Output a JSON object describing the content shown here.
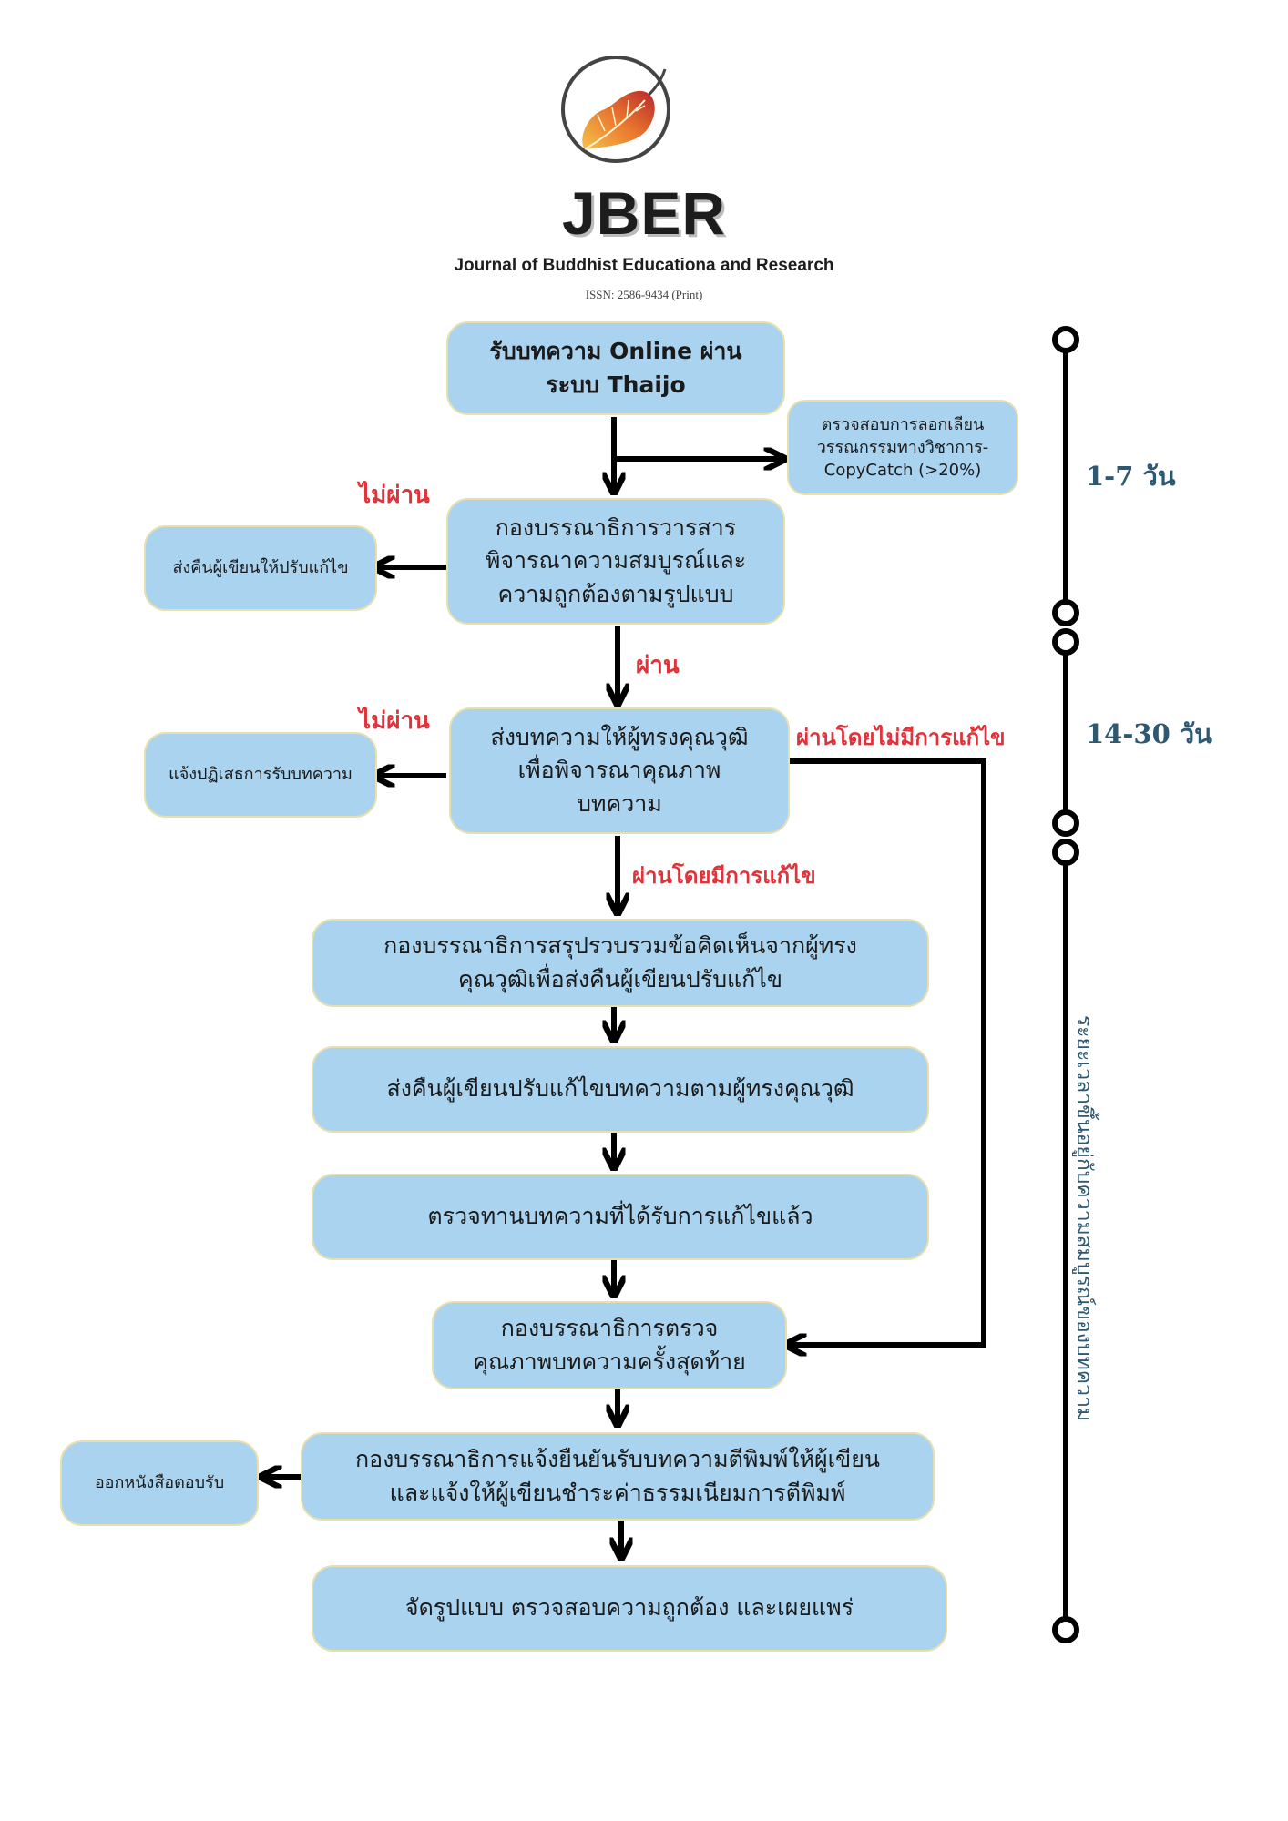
{
  "header": {
    "journal_abbr": "JBER",
    "journal_name": "Journal of Buddhist Educationa and Research",
    "issn": "ISSN: 2586-9434 (Print)"
  },
  "steps": {
    "submit": {
      "line1": "รับบทความ Online ผ่าน",
      "line2": "ระบบ Thaijo"
    },
    "copycatch": {
      "line1": "ตรวจสอบการลอกเลียน",
      "line2": "วรรณกรรมทางวิชาการ-",
      "line3": "CopyCatch (>20%)"
    },
    "editor_check": {
      "line1": "กองบรรณาธิการวารสาร",
      "line2": "พิจารณาความสมบูรณ์และ",
      "line3": "ความถูกต้องตามรูปแบบ"
    },
    "return_author": {
      "text": "ส่งคืนผู้เขียนให้ปรับแก้ไข"
    },
    "send_reviewers": {
      "line1": "ส่งบทความให้ผู้ทรงคุณวุฒิ",
      "line2": "เพื่อพิจารณาคุณภาพ",
      "line3": "บทความ"
    },
    "reject": {
      "text": "แจ้งปฏิเสธการรับบทความ"
    },
    "summarize_comments": {
      "line1": "กองบรรณาธิการสรุปรวบรวมข้อคิดเห็นจากผู้ทรง",
      "line2": "คุณวุฒิเพื่อส่งคืนผู้เขียนปรับแก้ไข"
    },
    "author_revise": {
      "text": "ส่งคืนผู้เขียนปรับแก้ไขบทความตามผู้ทรงคุณวุฒิ"
    },
    "verify_revision": {
      "text": "ตรวจทานบทความที่ได้รับการแก้ไขแล้ว"
    },
    "final_check": {
      "line1": "กองบรรณาธิการตรวจ",
      "line2": "คุณภาพบทความครั้งสุดท้าย"
    },
    "confirm_accept": {
      "line1": "กองบรรณาธิการแจ้งยืนยันรับบทความตีพิมพ์ให้ผู้เขียน",
      "line2": "และแจ้งให้ผู้เขียนชำระค่าธรรมเนียมการตีพิมพ์"
    },
    "issue_letter": {
      "text": "ออกหนังสือตอบรับ"
    },
    "publish": {
      "text": "จัดรูปแบบ ตรวจสอบความถูกต้อง และเผยแพร่"
    }
  },
  "labels": {
    "fail_1": "ไม่ผ่าน",
    "pass": "ผ่าน",
    "fail_2": "ไม่ผ่าน",
    "pass_no_revision": "ผ่านโดยไม่มีการแก้ไข",
    "pass_with_revision": "ผ่านโดยมีการแก้ไข"
  },
  "timeline": {
    "phase_1": "1-7 วัน",
    "phase_2": "14-30 วัน",
    "phase_3": "ระยะเวลาขึ้นอยู่กับความสมบูรณ์ของบทความ"
  },
  "colors": {
    "box_fill": "#a9d3ef",
    "box_border": "#e7dfae",
    "decision_label": "#e0323a",
    "timeline_text": "#2d5870",
    "arrow": "#000000"
  }
}
